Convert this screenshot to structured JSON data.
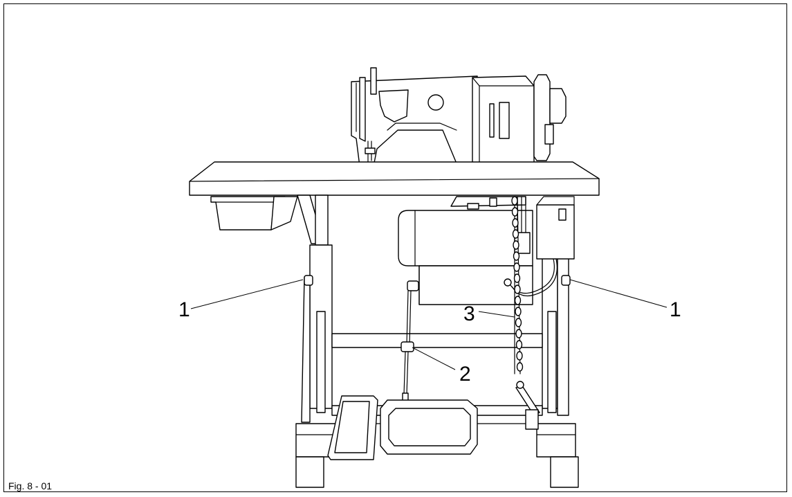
{
  "figure": {
    "caption": "Fig. 8 - 01",
    "callouts": [
      "1",
      "1",
      "2",
      "3"
    ]
  },
  "colors": {
    "line": "#000000",
    "background": "#ffffff"
  }
}
